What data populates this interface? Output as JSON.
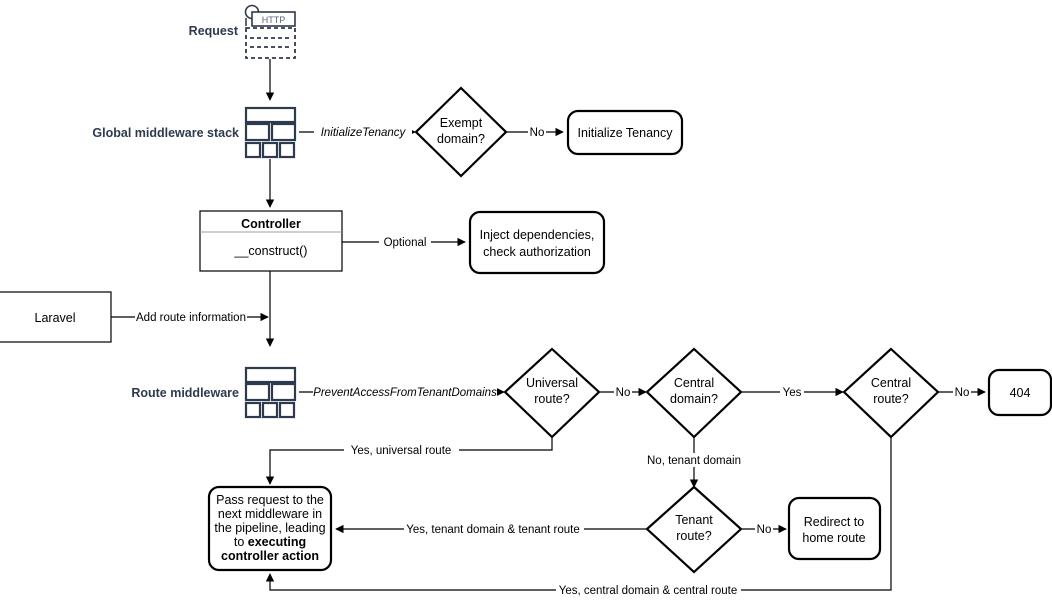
{
  "diagram": {
    "title": "Laravel multi-tenancy request lifecycle flowchart",
    "colors": {
      "stroke": "#000000",
      "stack_accent": "#2e3a4d",
      "background": "#ffffff"
    },
    "swimlane_labels": {
      "request": "Request",
      "global_middleware": "Global middleware stack",
      "route_middleware": "Route middleware"
    },
    "icons": {
      "http": "http-request-icon",
      "middleware_stack": "middleware-stack-icon"
    },
    "http_icon_label": "HTTP",
    "nodes": {
      "exempt_domain": "Exempt\ndomain?",
      "exempt_domain_line1": "Exempt",
      "exempt_domain_line2": "domain?",
      "initialize_tenancy": "Initialize Tenancy",
      "controller_title": "Controller",
      "controller_method": "__construct()",
      "inject_line1": "Inject dependencies,",
      "inject_line2": "check authorization",
      "laravel": "Laravel",
      "universal_route_l1": "Universal",
      "universal_route_l2": "route?",
      "central_domain_l1": "Central",
      "central_domain_l2": "domain?",
      "central_route_l1": "Central",
      "central_route_l2": "route?",
      "not_found": "404",
      "tenant_route_l1": "Tenant",
      "tenant_route_l2": "route?",
      "redirect_l1": "Redirect to",
      "redirect_l2": "home route",
      "pass_request_l1": "Pass request to the",
      "pass_request_l2": "next middleware in",
      "pass_request_l3": "the pipeline, leading",
      "pass_request_l4_plain": "to ",
      "pass_request_l4_bold": "executing",
      "pass_request_l5_bold": "controller action"
    },
    "edges": {
      "initialize_tenancy_mw": "InitializeTenancy",
      "exempt_no": "No",
      "optional": "Optional",
      "add_route_information": "Add route information",
      "prevent_access": "PreventAccessFromTenantDomains",
      "universal_no": "No",
      "central_domain_yes": "Yes",
      "central_route_no": "No",
      "yes_universal_route": "Yes, universal route",
      "no_tenant_domain": "No, tenant domain",
      "tenant_route_no": "No",
      "yes_tenant_domain_tenant_route": "Yes, tenant domain & tenant route",
      "yes_central_domain_central_route": "Yes, central domain & central route"
    }
  }
}
